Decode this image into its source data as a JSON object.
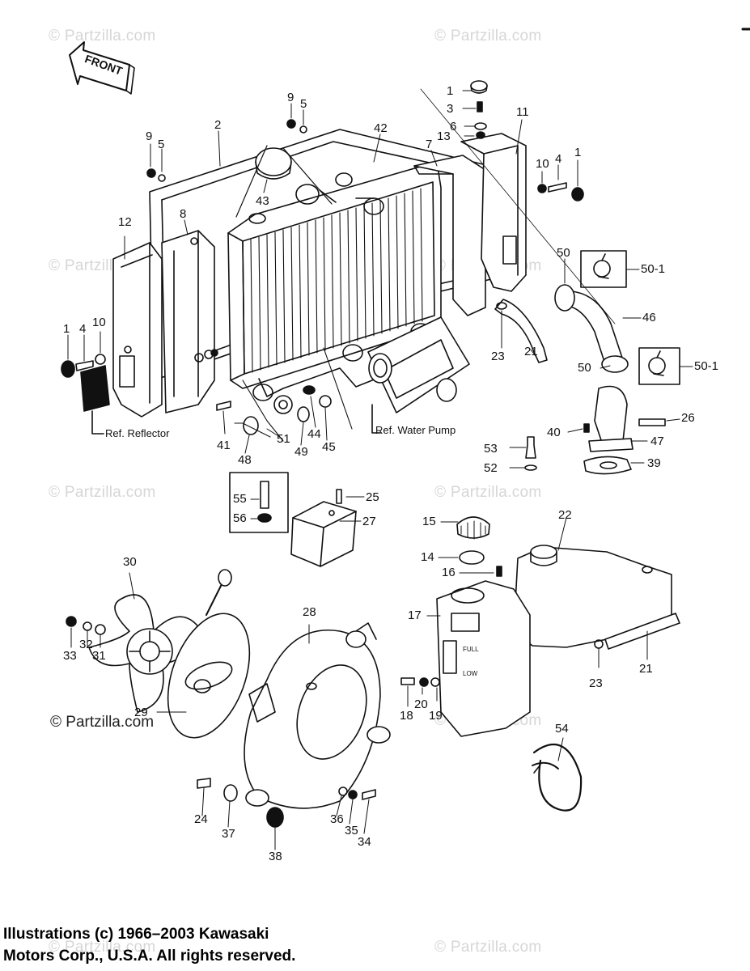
{
  "watermark": "© Partzilla.com",
  "watermark_strong": "© Partzilla.com",
  "front_label": "FRONT",
  "copyright_line1": "Illustrations (c) 1966–2003 Kawasaki",
  "copyright_line2": "Motors Corp., U.S.A.  All rights reserved.",
  "refs": {
    "reflector": "Ref.  Reflector",
    "water_pump": "Ref.  Water Pump"
  },
  "gauge": {
    "full": "FULL",
    "low": "LOW"
  },
  "callouts": {
    "c1a": "1",
    "c3": "3",
    "c6": "6",
    "c13": "13",
    "c11": "11",
    "c7": "7",
    "c42": "42",
    "c9a": "9",
    "c5a": "5",
    "c9b": "9",
    "c5b": "5",
    "c2": "2",
    "c43": "43",
    "c10a": "10",
    "c4a": "4",
    "c1b": "1",
    "c12": "12",
    "c8": "8",
    "c50a": "50",
    "c50_1a": "50-1",
    "c46": "46",
    "c1c": "1",
    "c4b": "4",
    "c10b": "10",
    "c23a": "23",
    "c21a": "21",
    "c50b": "50",
    "c50_1b": "50-1",
    "c26": "26",
    "c40": "40",
    "c47": "47",
    "c53": "53",
    "c52": "52",
    "c39": "39",
    "c41": "41",
    "c51": "51",
    "c49": "49",
    "c44": "44",
    "c45": "45",
    "c48": "48",
    "c55": "55",
    "c56": "56",
    "c25": "25",
    "c27": "27",
    "c15": "15",
    "c22": "22",
    "c14": "14",
    "c16": "16",
    "c17": "17",
    "c21b": "21",
    "c23b": "23",
    "c18": "18",
    "c20": "20",
    "c19": "19",
    "c54": "54",
    "c30": "30",
    "c33": "33",
    "c32": "32",
    "c31": "31",
    "c29": "29",
    "c28": "28",
    "c24": "24",
    "c37": "37",
    "c38": "38",
    "c36": "36",
    "c35": "35",
    "c34": "34"
  }
}
